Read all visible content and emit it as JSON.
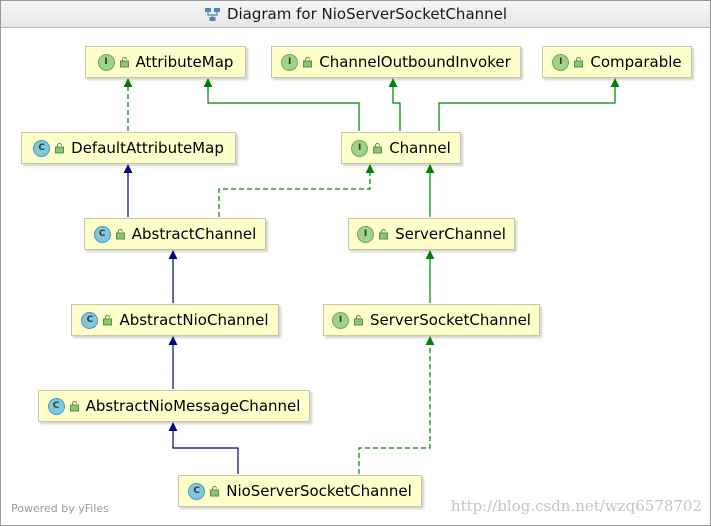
{
  "window": {
    "title": "Diagram for NioServerSocketChannel"
  },
  "nodes": {
    "attribute_map": {
      "name": "AttributeMap",
      "kind": "interface",
      "badge": "I"
    },
    "channel_outbound_invoker": {
      "name": "ChannelOutboundInvoker",
      "kind": "interface",
      "badge": "I"
    },
    "comparable": {
      "name": "Comparable",
      "kind": "interface",
      "badge": "I"
    },
    "default_attribute_map": {
      "name": "DefaultAttributeMap",
      "kind": "class",
      "badge": "C"
    },
    "channel": {
      "name": "Channel",
      "kind": "interface",
      "badge": "I"
    },
    "abstract_channel": {
      "name": "AbstractChannel",
      "kind": "abstract class",
      "badge": "C"
    },
    "server_channel": {
      "name": "ServerChannel",
      "kind": "interface",
      "badge": "I"
    },
    "abstract_nio_channel": {
      "name": "AbstractNioChannel",
      "kind": "abstract class",
      "badge": "C"
    },
    "server_socket_channel": {
      "name": "ServerSocketChannel",
      "kind": "interface",
      "badge": "I"
    },
    "abstract_nio_message_channel": {
      "name": "AbstractNioMessageChannel",
      "kind": "abstract class",
      "badge": "C"
    },
    "nio_server_socket_channel": {
      "name": "NioServerSocketChannel",
      "kind": "class",
      "badge": "C"
    }
  },
  "edges": [
    {
      "from": "default_attribute_map",
      "to": "attribute_map",
      "type": "implements"
    },
    {
      "from": "channel",
      "to": "attribute_map",
      "type": "extends-interface"
    },
    {
      "from": "channel",
      "to": "channel_outbound_invoker",
      "type": "extends-interface"
    },
    {
      "from": "channel",
      "to": "comparable",
      "type": "extends-interface"
    },
    {
      "from": "abstract_channel",
      "to": "default_attribute_map",
      "type": "extends"
    },
    {
      "from": "abstract_channel",
      "to": "channel",
      "type": "implements"
    },
    {
      "from": "server_channel",
      "to": "channel",
      "type": "extends-interface"
    },
    {
      "from": "abstract_nio_channel",
      "to": "abstract_channel",
      "type": "extends"
    },
    {
      "from": "server_socket_channel",
      "to": "server_channel",
      "type": "extends-interface"
    },
    {
      "from": "abstract_nio_message_channel",
      "to": "abstract_nio_channel",
      "type": "extends"
    },
    {
      "from": "nio_server_socket_channel",
      "to": "abstract_nio_message_channel",
      "type": "extends"
    },
    {
      "from": "nio_server_socket_channel",
      "to": "server_socket_channel",
      "type": "implements"
    }
  ],
  "colors": {
    "extends": "#000080",
    "interface_link": "#008000",
    "node_fill": "#ffffcc",
    "interface_badge": "#9fd28d",
    "class_badge": "#7ec9de"
  },
  "icons": {
    "title": "class-diagram-icon",
    "visibility": "public-lock-icon"
  },
  "footer": {
    "powered_by": "Powered by yFiles",
    "watermark": "http://blog.csdn.net/wzq6578702"
  }
}
